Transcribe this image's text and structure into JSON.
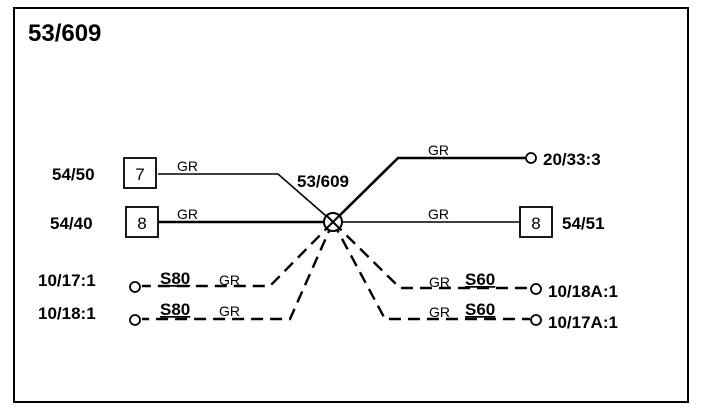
{
  "title": "53/609",
  "splice": {
    "label": "53/609",
    "icon": "splice-junction-icon"
  },
  "connectors": {
    "c5450": {
      "id": "54/50",
      "pin": "7",
      "wire_color": "GR"
    },
    "c5440": {
      "id": "54/40",
      "pin": "8",
      "wire_color": "GR"
    },
    "c5451": {
      "id": "54/51",
      "pin": "8",
      "wire_color": "GR"
    },
    "t20333": {
      "id": "20/33:3",
      "wire_color": "GR"
    },
    "t10171": {
      "id": "10/17:1",
      "variant": "S80",
      "wire_color": "GR"
    },
    "t10181": {
      "id": "10/18:1",
      "variant": "S80",
      "wire_color": "GR"
    },
    "t1018A1": {
      "id": "10/18A:1",
      "variant": "S60",
      "wire_color": "GR"
    },
    "t1017A1": {
      "id": "10/17A:1",
      "variant": "S60",
      "wire_color": "GR"
    }
  }
}
